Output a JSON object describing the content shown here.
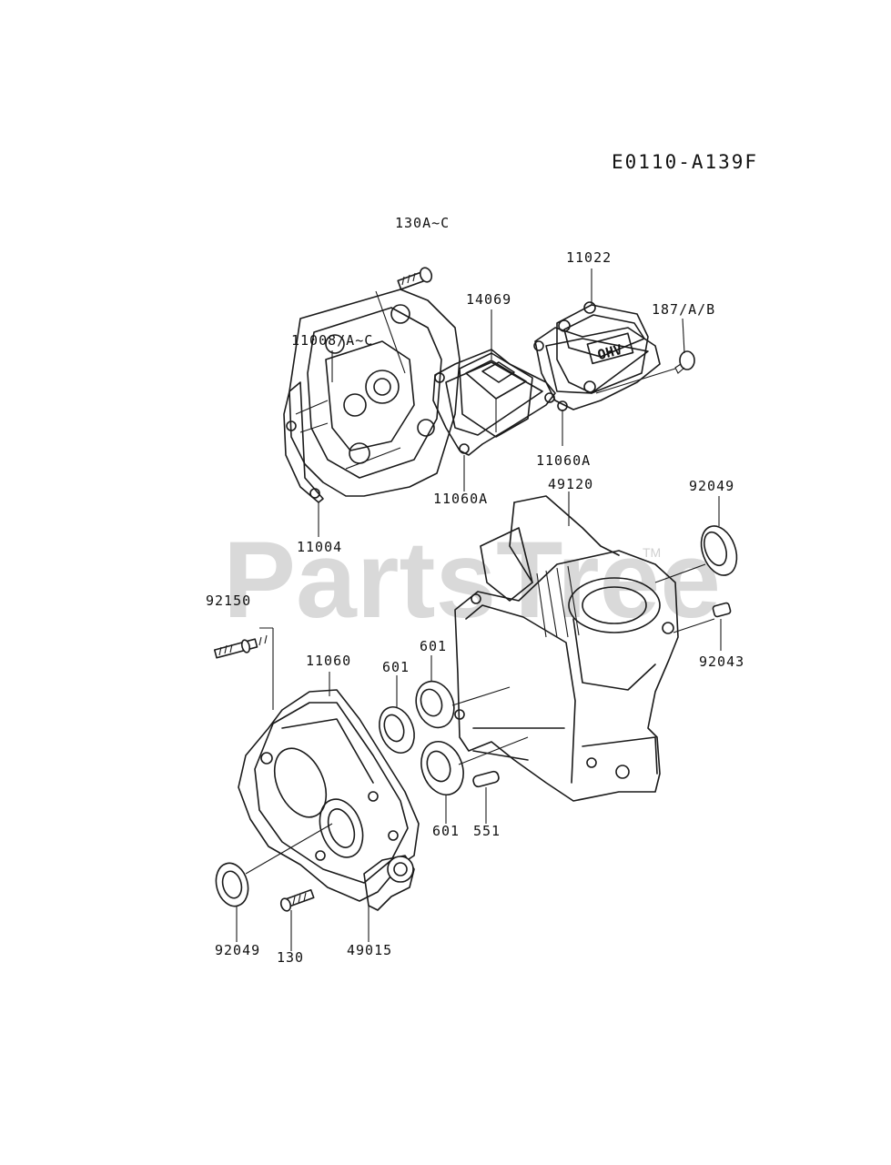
{
  "diagram_code": "E0110-A139F",
  "watermark": {
    "text": "PartsTree",
    "tm": "TM"
  },
  "labels": {
    "p130AC": "130A~C",
    "p11022": "11022",
    "p14069": "14069",
    "p187AB": "187/A/B",
    "p11008": "11008/A~C",
    "p11060A_right": "11060A",
    "p11060A_left": "11060A",
    "p49120": "49120",
    "p92049_top": "92049",
    "p11004": "11004",
    "p92150": "92150",
    "p92043": "92043",
    "p11060": "11060",
    "p601_a": "601",
    "p601_b": "601",
    "p601_c": "601",
    "p551": "551",
    "p92049_bottom": "92049",
    "p130": "130",
    "p49015": "49015"
  },
  "ohv_mark": "OHV"
}
